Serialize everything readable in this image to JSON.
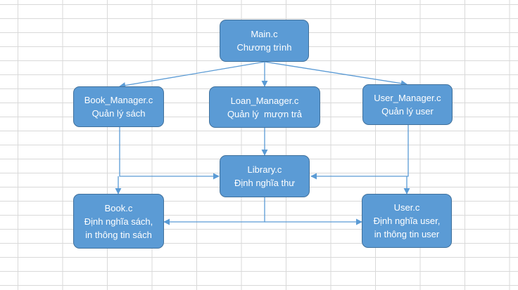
{
  "nodes": {
    "main": {
      "title": "Main.c",
      "lines": [
        "Chương trình"
      ]
    },
    "book_manager": {
      "title": "Book_Manager.c",
      "lines": [
        "Quản lý sách"
      ]
    },
    "loan_manager": {
      "title": "Loan_Manager.c",
      "lines": [
        "Quản lý  mượn trả"
      ]
    },
    "user_manager": {
      "title": "User_Manager.c",
      "lines": [
        "Quản lý user"
      ]
    },
    "library": {
      "title": "Library.c",
      "lines": [
        "Định nghĩa thư"
      ]
    },
    "book": {
      "title": "Book.c",
      "lines": [
        "Định nghĩa sách,",
        "in thông tin sách"
      ]
    },
    "user": {
      "title": "User.c",
      "lines": [
        "Định nghĩa user,",
        "in thông tin user"
      ]
    }
  },
  "colors": {
    "node_fill": "#5b9bd5",
    "node_border": "#41719c",
    "connector": "#5b9bd5",
    "grid": "#d9d9d9"
  }
}
